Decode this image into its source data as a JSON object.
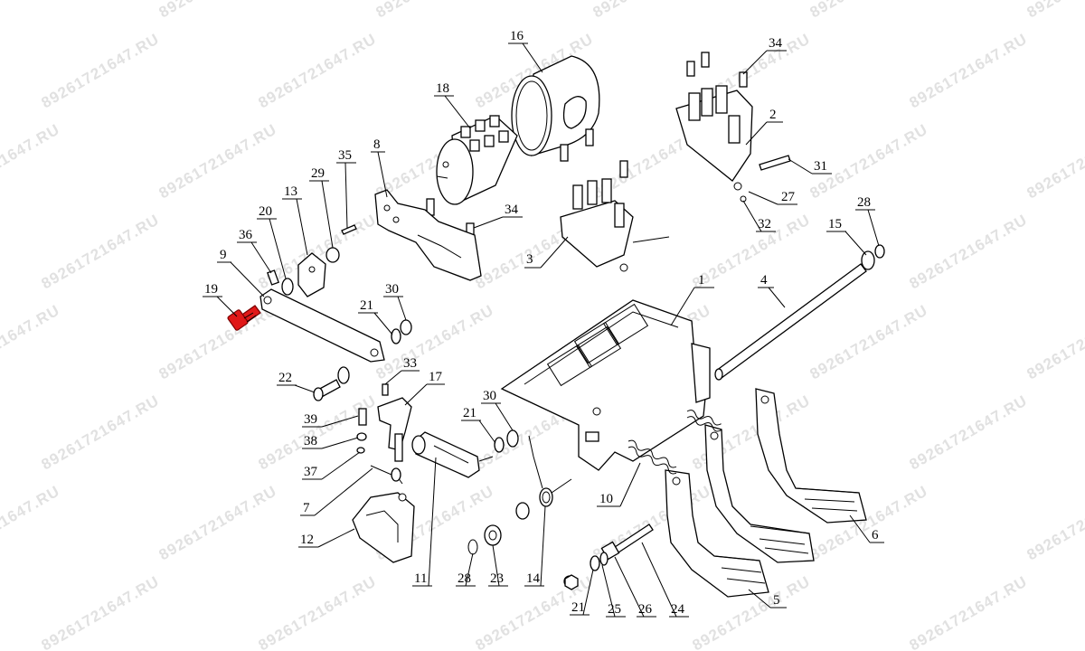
{
  "watermark": {
    "text": "89261721647.RU"
  },
  "highlighted_part": "19",
  "callouts": [
    {
      "id": "c1",
      "label": "1"
    },
    {
      "id": "c2",
      "label": "2"
    },
    {
      "id": "c3",
      "label": "3"
    },
    {
      "id": "c4",
      "label": "4"
    },
    {
      "id": "c5",
      "label": "5"
    },
    {
      "id": "c6",
      "label": "6"
    },
    {
      "id": "c7",
      "label": "7"
    },
    {
      "id": "c8",
      "label": "8"
    },
    {
      "id": "c9",
      "label": "9"
    },
    {
      "id": "c10",
      "label": "10"
    },
    {
      "id": "c11",
      "label": "11"
    },
    {
      "id": "c12",
      "label": "12"
    },
    {
      "id": "c13",
      "label": "13"
    },
    {
      "id": "c14",
      "label": "14"
    },
    {
      "id": "c15",
      "label": "15"
    },
    {
      "id": "c16",
      "label": "16"
    },
    {
      "id": "c17",
      "label": "17"
    },
    {
      "id": "c18",
      "label": "18"
    },
    {
      "id": "c19",
      "label": "19"
    },
    {
      "id": "c20",
      "label": "20"
    },
    {
      "id": "c21a",
      "label": "21"
    },
    {
      "id": "c21b",
      "label": "21"
    },
    {
      "id": "c21c",
      "label": "21"
    },
    {
      "id": "c22",
      "label": "22"
    },
    {
      "id": "c23",
      "label": "23"
    },
    {
      "id": "c24",
      "label": "24"
    },
    {
      "id": "c25",
      "label": "25"
    },
    {
      "id": "c26",
      "label": "26"
    },
    {
      "id": "c27",
      "label": "27"
    },
    {
      "id": "c28a",
      "label": "28"
    },
    {
      "id": "c28b",
      "label": "28"
    },
    {
      "id": "c29",
      "label": "29"
    },
    {
      "id": "c30a",
      "label": "30"
    },
    {
      "id": "c30b",
      "label": "30"
    },
    {
      "id": "c31",
      "label": "31"
    },
    {
      "id": "c32",
      "label": "32"
    },
    {
      "id": "c33",
      "label": "33"
    },
    {
      "id": "c34a",
      "label": "34"
    },
    {
      "id": "c34b",
      "label": "34"
    },
    {
      "id": "c35",
      "label": "35"
    },
    {
      "id": "c36",
      "label": "36"
    },
    {
      "id": "c37",
      "label": "37"
    },
    {
      "id": "c38",
      "label": "38"
    },
    {
      "id": "c39",
      "label": "39"
    }
  ]
}
